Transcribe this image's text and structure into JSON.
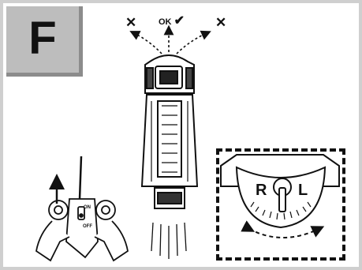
{
  "step": {
    "letter": "F"
  },
  "direction_labels": {
    "ok_text": "OK",
    "ok_mark": "✔",
    "wrong_mark": "✕"
  },
  "steering_dial": {
    "right_letter": "R",
    "left_letter": "L"
  },
  "controller": {
    "on_label": "ON",
    "off_label": "OFF"
  }
}
